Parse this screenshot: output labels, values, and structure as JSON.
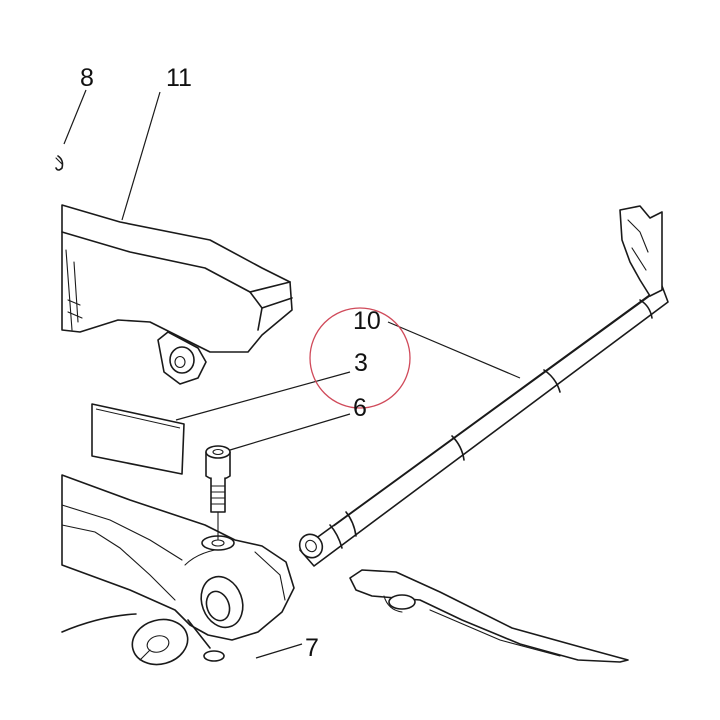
{
  "callouts": [
    {
      "id": "8",
      "label": "8"
    },
    {
      "id": "11",
      "label": "11"
    },
    {
      "id": "10",
      "label": "10"
    },
    {
      "id": "3",
      "label": "3"
    },
    {
      "id": "6",
      "label": "6"
    },
    {
      "id": "7",
      "label": "7"
    }
  ],
  "highlight": {
    "target": "3",
    "color": "#d04a5a"
  },
  "line_color": "#1a1a1a"
}
